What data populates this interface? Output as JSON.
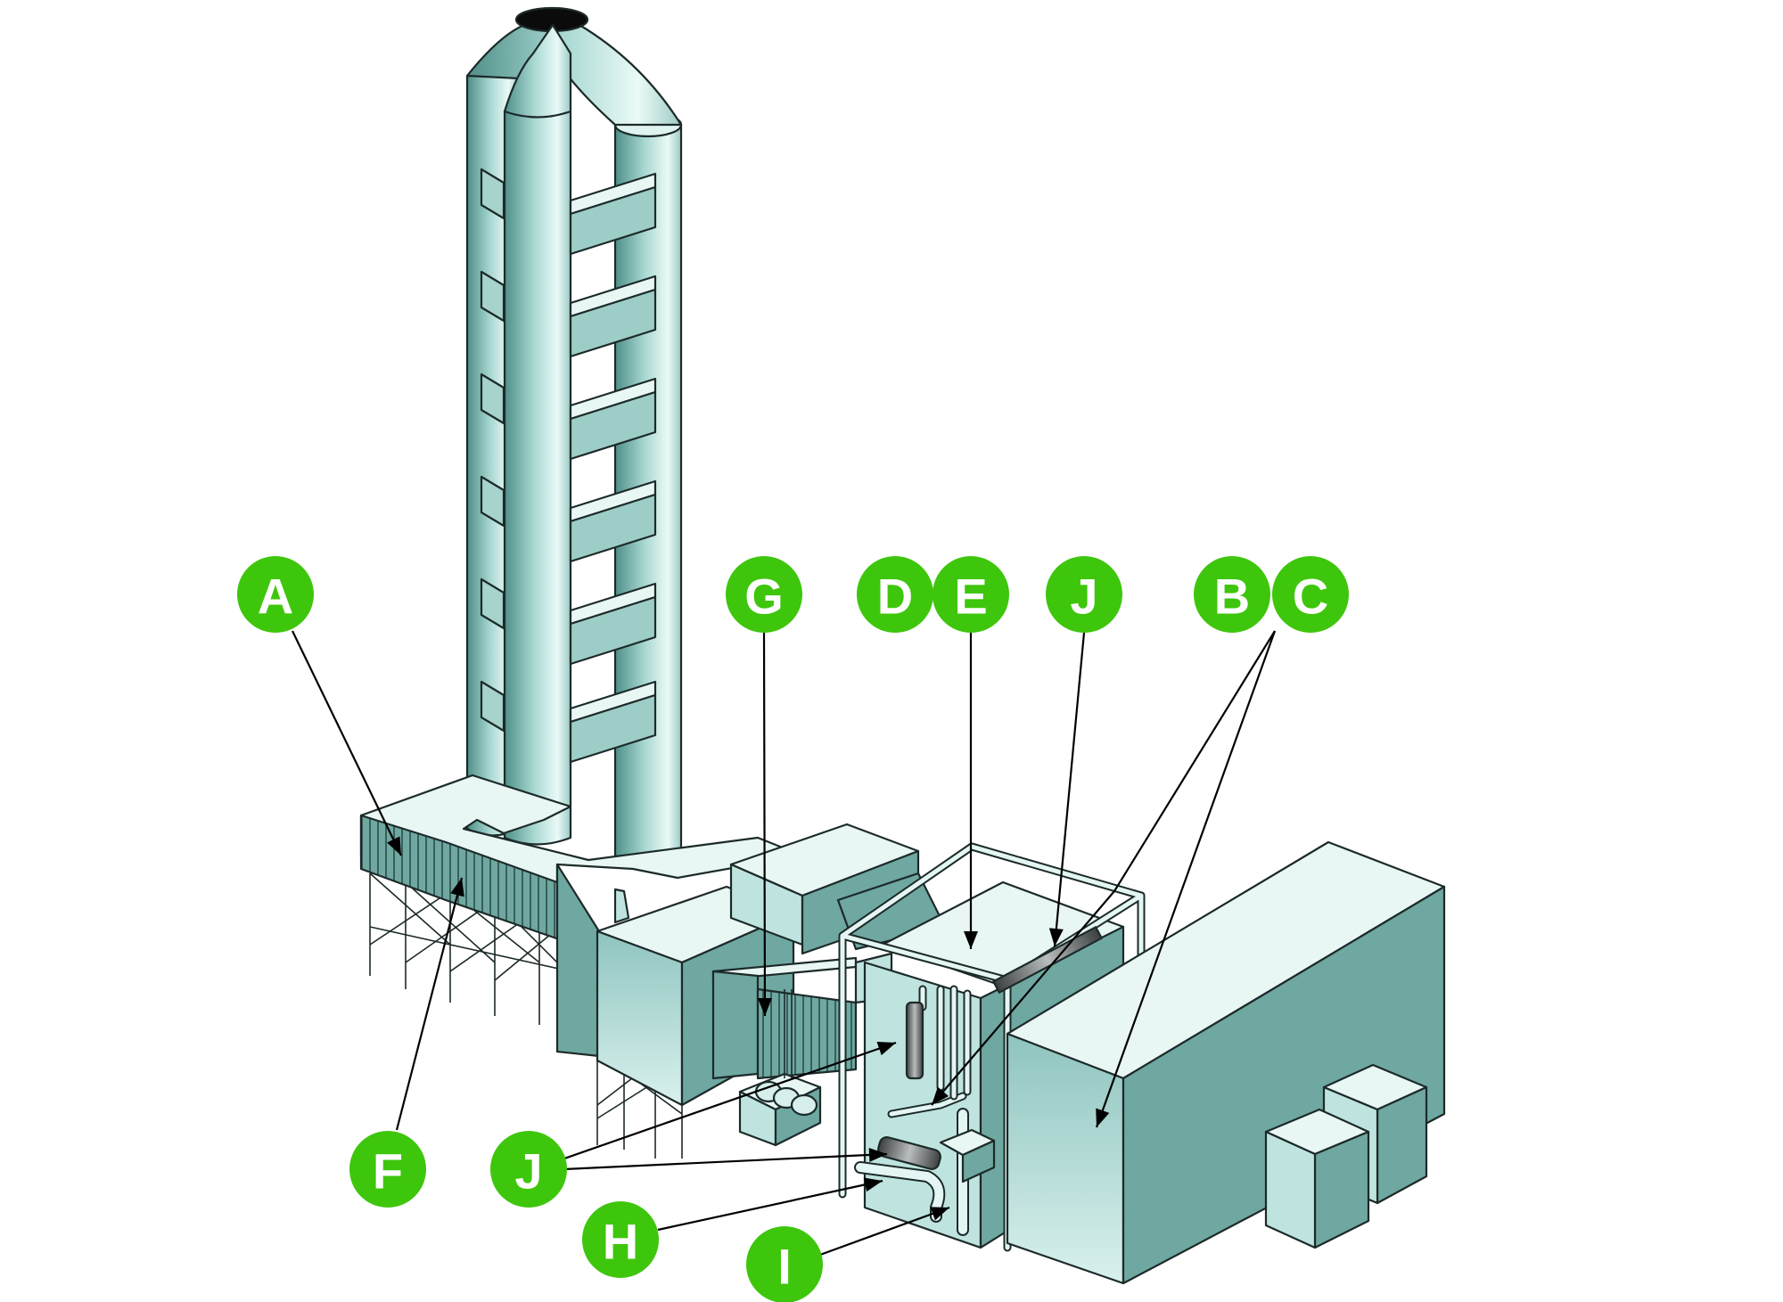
{
  "labels": {
    "a": "A",
    "b": "B",
    "c": "C",
    "d": "D",
    "e": "E",
    "f": "F",
    "g": "G",
    "h": "H",
    "i": "I",
    "j_top": "J",
    "j_left": "J",
    "j_mid": "J"
  },
  "colors": {
    "badge_fill": "#3ec60d",
    "badge_text": "#ffffff",
    "structure_light": "#e8f6f4",
    "structure_mid": "#bfe4df",
    "structure_dark": "#6fa7a1",
    "outline": "#1c2a29"
  }
}
